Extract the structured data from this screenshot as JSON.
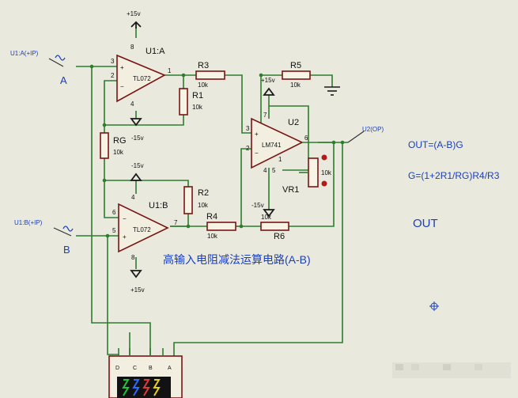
{
  "circuit": {
    "supply_pos": "+15v",
    "supply_neg": "-15v",
    "resistor_value": "10k",
    "u1a": {
      "ref": "U1:A",
      "part": "TL072",
      "pins": [
        "3",
        "2",
        "1",
        "8",
        "4"
      ]
    },
    "u1b": {
      "ref": "U1:B",
      "part": "TL072",
      "pins": [
        "6",
        "5",
        "7",
        "4",
        "8"
      ]
    },
    "u2": {
      "ref": "U2",
      "part": "LM741",
      "pins": [
        "3",
        "2",
        "6",
        "7",
        "4",
        "5",
        "1"
      ]
    },
    "resistors": [
      "R1",
      "R2",
      "R3",
      "R4",
      "R5",
      "R6",
      "RG"
    ],
    "pot": {
      "ref": "VR1",
      "value": "10k"
    },
    "opamp_signs": {
      "plus": "+",
      "minus": "−"
    },
    "probes": {
      "a": "U1:A(+IP)",
      "b": "U1:B(+IP)",
      "out": "U2(OP)"
    },
    "nodes": {
      "a": "A",
      "b": "B"
    },
    "connector_pins": [
      "D",
      "C",
      "B",
      "A"
    ]
  },
  "annotations": {
    "title": "高输入电阻减法运算电路(A-B)",
    "formula_out": "OUT=(A-B)G",
    "formula_gain": "G=(1+2R1/RG)R4/R3",
    "out_label": "OUT"
  },
  "colors": {
    "wire": "#2e7d2e",
    "component": "#7a1515",
    "annotation": "#1a3fbf",
    "background": "#e9e9dd"
  }
}
